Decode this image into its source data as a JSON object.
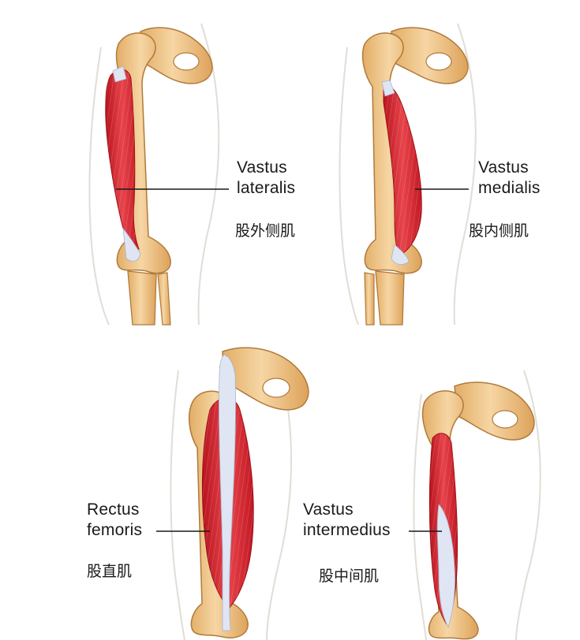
{
  "colors": {
    "bone": "#f3c98f",
    "bone_shade": "#d9a35c",
    "bone_outline": "#b07a3a",
    "muscle": "#d8232e",
    "muscle_light": "#ef6b6f",
    "tendon": "#dfe5f3",
    "skin": "#e7e2dc",
    "leader_line": "#1a1a1a"
  },
  "panels": [
    {
      "id": "vastus-lateralis",
      "label_lines": [
        "Vastus",
        "lateralis"
      ],
      "chinese": "股外侧肌"
    },
    {
      "id": "vastus-medialis",
      "label_lines": [
        "Vastus",
        "medialis"
      ],
      "chinese": "股内侧肌"
    },
    {
      "id": "rectus-femoris",
      "label_lines": [
        "Rectus",
        "femoris"
      ],
      "chinese": "股直肌"
    },
    {
      "id": "vastus-intermedius",
      "label_lines": [
        "Vastus",
        "intermedius"
      ],
      "chinese": "股中间肌"
    }
  ]
}
